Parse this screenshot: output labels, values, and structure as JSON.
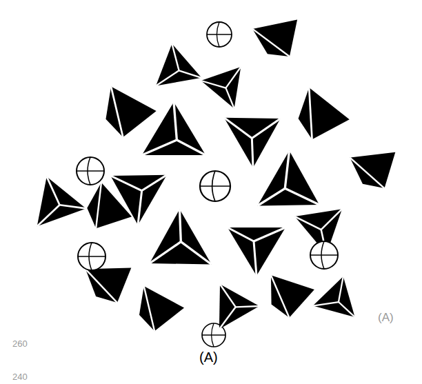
{
  "diagram": {
    "labels": [
      "(A)",
      "(A)",
      "260",
      "240"
    ]
  }
}
